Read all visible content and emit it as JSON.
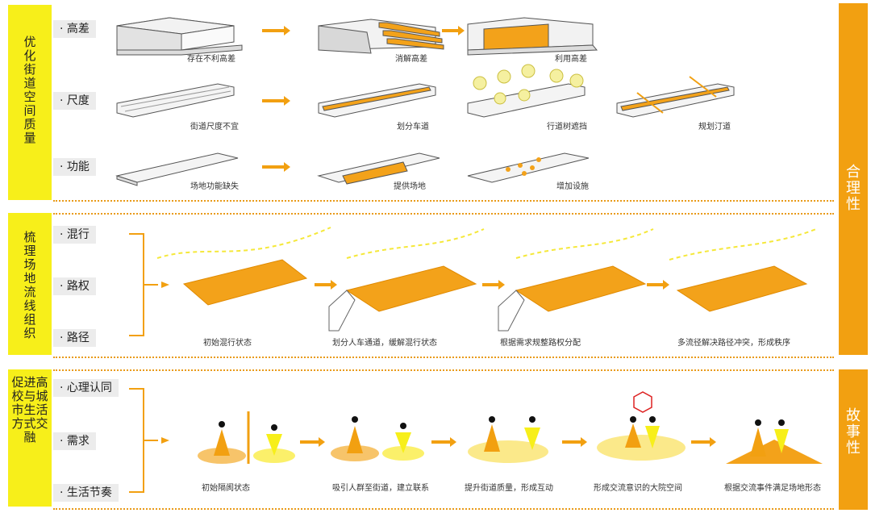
{
  "sections": [
    {
      "title": "优化街道空间质量",
      "rows": [
        {
          "label": "· 高差",
          "captions": [
            "存在不利高差",
            "消解高差",
            "利用高差"
          ]
        },
        {
          "label": "· 尺度",
          "captions": [
            "街道尺度不宜",
            "划分车道",
            "行道树遮挡",
            "规划汀道"
          ]
        },
        {
          "label": "· 功能",
          "captions": [
            "场地功能缺失",
            "提供场地",
            "增加设施"
          ]
        }
      ]
    },
    {
      "title": "梳理场地流线组织",
      "rows": [
        {
          "label": "· 混行"
        },
        {
          "label": "· 路权"
        },
        {
          "label": "· 路径"
        }
      ],
      "captions": [
        "初始混行状态",
        "划分人车通道，缓解混行状态",
        "根据需求规整路权分配",
        "多流径解决路径冲突，形成秩序"
      ]
    },
    {
      "title": "促进高校与城市生活方式交融",
      "rows": [
        {
          "label": "· 心理认同"
        },
        {
          "label": "· 需求"
        },
        {
          "label": "· 生活节奏"
        }
      ],
      "captions": [
        "初始隔阂状态",
        "吸引人群至街道，建立联系",
        "提升街道质量，形成互动",
        "形成交流意识的大院空间",
        "根据交流事件满足场地形态"
      ]
    }
  ],
  "right_labels": {
    "top": "合理性",
    "bottom": "故事性"
  },
  "colors": {
    "yellow": "#f7ef1a",
    "orange": "#f2a011",
    "dots": "#e99a18"
  }
}
